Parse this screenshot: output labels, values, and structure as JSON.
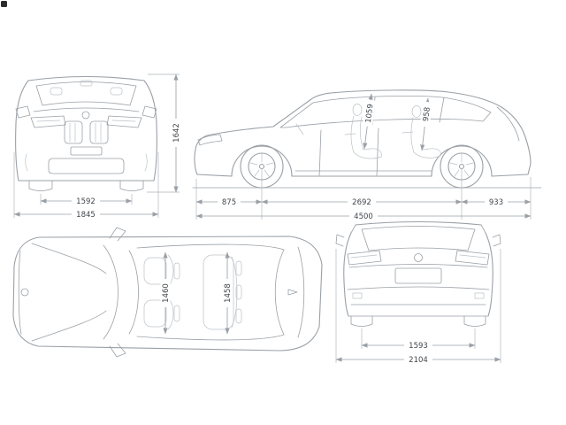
{
  "colors": {
    "background": "#ffffff",
    "outline": "#9aa0a6",
    "soft_detail": "#bcc1c6",
    "dimension_text": "#41464b",
    "corner_mark": "#2b2b2b"
  },
  "views": {
    "front": {
      "track_width": "1592",
      "overall_width": "1845",
      "overall_height": "1642"
    },
    "side": {
      "front_headroom": "1059",
      "rear_headroom": "958",
      "front_overhang": "875",
      "wheelbase": "2692",
      "rear_overhang": "933",
      "overall_length": "4500"
    },
    "top": {
      "front_interior_width": "1460",
      "rear_interior_width": "1458"
    },
    "rear": {
      "track_width": "1593",
      "width_incl_mirrors": "2104"
    }
  }
}
